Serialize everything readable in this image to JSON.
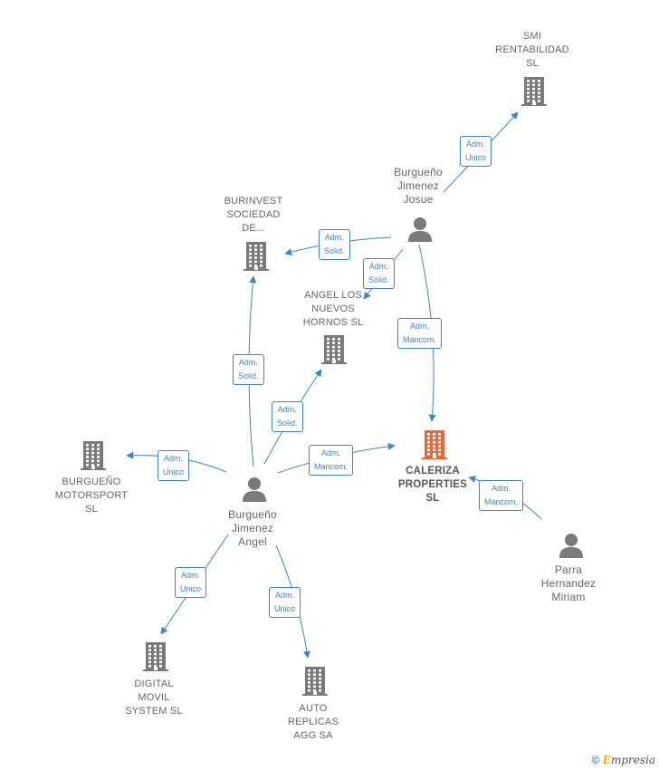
{
  "colors": {
    "edge": "#3d85c6",
    "company_icon": "#7a7a7a",
    "focus_icon": "#f26530",
    "person_icon": "#7a7a7a",
    "label_text": "#666666"
  },
  "nodes": {
    "smi": {
      "kind": "company",
      "lines": [
        "SMI",
        "RENTABILIDAD",
        "SL"
      ]
    },
    "burinvest": {
      "kind": "company",
      "lines": [
        "BURINVEST",
        "SOCIEDAD",
        "DE..."
      ]
    },
    "angel_los": {
      "kind": "company",
      "lines": [
        "ANGEL LOS",
        "NUEVOS",
        "HORNOS  SL"
      ]
    },
    "caleriza": {
      "kind": "focus-company",
      "lines": [
        "CALERIZA",
        "PROPERTIES",
        "SL"
      ]
    },
    "burgueno_motorsport": {
      "kind": "company",
      "lines": [
        "BURGUEÑO",
        "MOTORSPORT",
        "SL"
      ]
    },
    "digital_movil": {
      "kind": "company",
      "lines": [
        "DIGITAL",
        "MOVIL",
        "SYSTEM SL"
      ]
    },
    "auto_replicas": {
      "kind": "company",
      "lines": [
        "AUTO",
        "REPLICAS",
        "AGG SA"
      ]
    },
    "josue": {
      "kind": "person",
      "lines": [
        "Burgueño",
        "Jimenez",
        "Josue"
      ]
    },
    "angel": {
      "kind": "person",
      "lines": [
        "Burgueño",
        "Jimenez",
        "Angel"
      ]
    },
    "miriam": {
      "kind": "person",
      "lines": [
        "Parra",
        "Hernandez",
        "Miriam"
      ]
    }
  },
  "edges": [
    {
      "from": "josue",
      "to": "smi",
      "role": [
        "Adm.",
        "Unico"
      ]
    },
    {
      "from": "josue",
      "to": "burinvest",
      "role": [
        "Adm.",
        "Solid."
      ]
    },
    {
      "from": "josue",
      "to": "angel_los",
      "role": [
        "Adm.",
        "Solid."
      ]
    },
    {
      "from": "josue",
      "to": "caleriza",
      "role": [
        "Adm.",
        "Mancom."
      ]
    },
    {
      "from": "angel",
      "to": "burinvest",
      "role": [
        "Adm.",
        "Solid."
      ]
    },
    {
      "from": "angel",
      "to": "angel_los",
      "role": [
        "Adm.",
        "Solid."
      ]
    },
    {
      "from": "angel",
      "to": "caleriza",
      "role": [
        "Adm.",
        "Mancom."
      ]
    },
    {
      "from": "angel",
      "to": "burgueno_motorsport",
      "role": [
        "Adm.",
        "Unico"
      ]
    },
    {
      "from": "angel",
      "to": "digital_movil",
      "role": [
        "Adm.",
        "Unico"
      ]
    },
    {
      "from": "angel",
      "to": "auto_replicas",
      "role": [
        "Adm.",
        "Unico"
      ]
    },
    {
      "from": "miriam",
      "to": "caleriza",
      "role": [
        "Adm.",
        "Mancom."
      ]
    }
  ],
  "watermark": {
    "copyright": "©",
    "brand_first": "E",
    "brand_rest": "mpresia"
  }
}
